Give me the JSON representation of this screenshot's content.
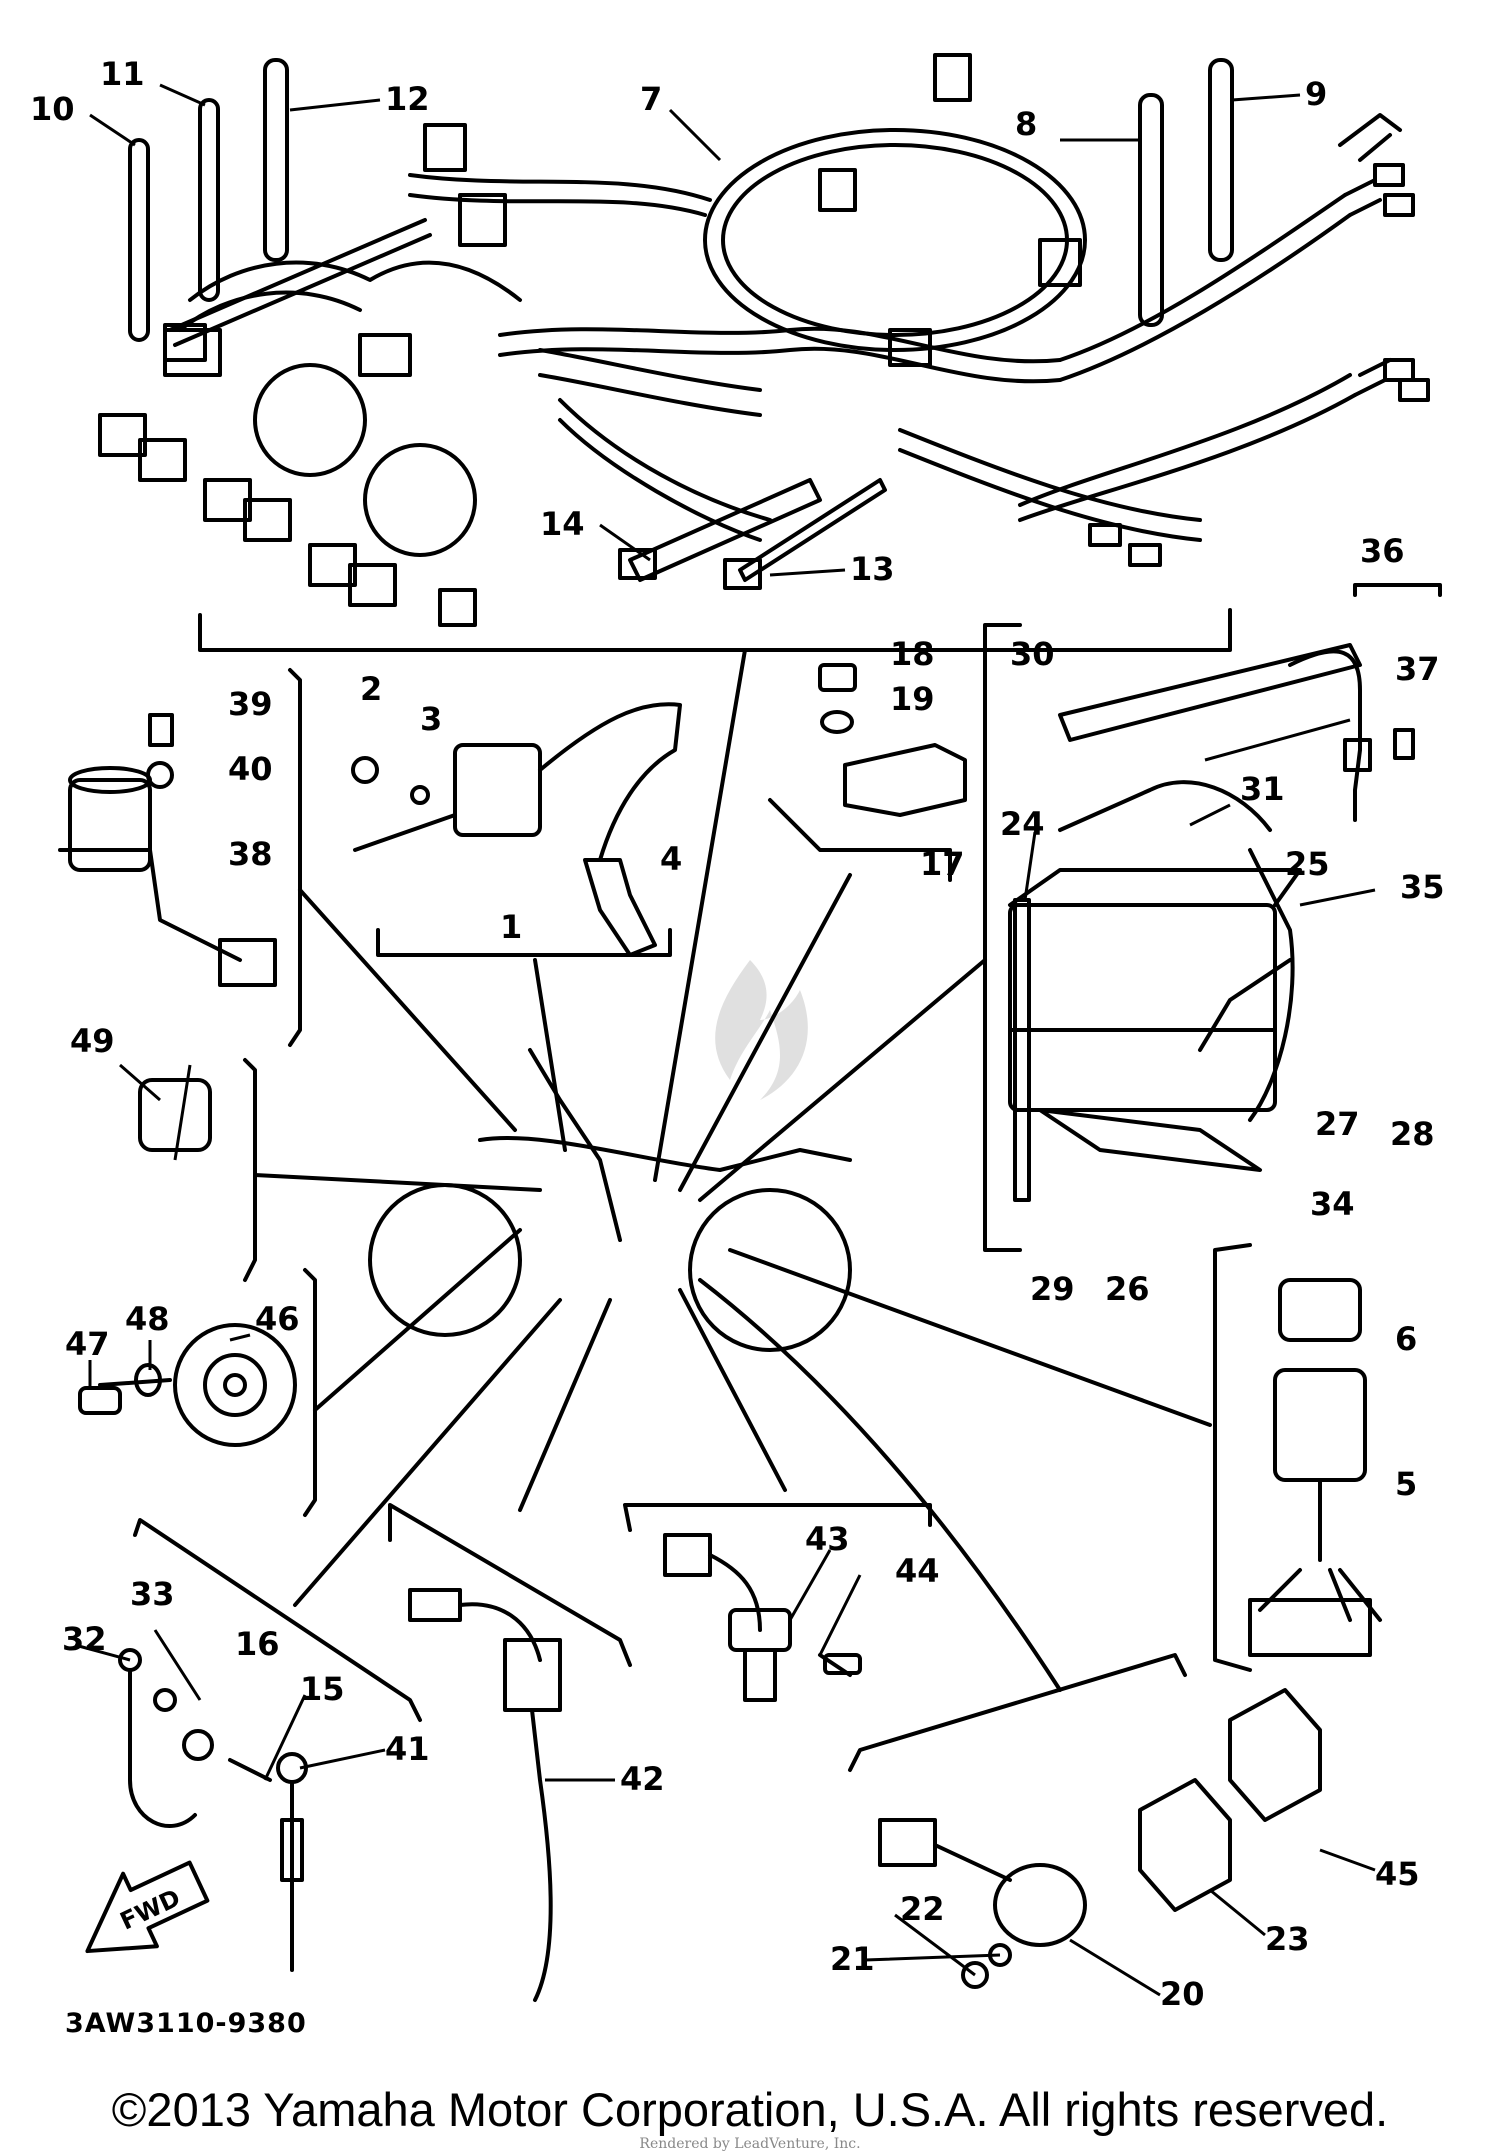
{
  "diagram": {
    "code": "3AW3110-9380",
    "fwd_arrow_label": "FWD",
    "part_numbers": [
      "1",
      "2",
      "3",
      "4",
      "5",
      "6",
      "7",
      "8",
      "9",
      "10",
      "11",
      "12",
      "13",
      "14",
      "15",
      "16",
      "17",
      "18",
      "19",
      "20",
      "21",
      "22",
      "23",
      "24",
      "25",
      "26",
      "27",
      "28",
      "29",
      "30",
      "31",
      "32",
      "33",
      "34",
      "35",
      "36",
      "37",
      "38",
      "39",
      "40",
      "41",
      "42",
      "43",
      "44",
      "45",
      "46",
      "47",
      "48",
      "49"
    ]
  },
  "footer": {
    "copyright": "©2013 Yamaha Motor Corporation, U.S.A. All rights reserved.",
    "watermark": "Rendered by LeadVenture, Inc."
  }
}
